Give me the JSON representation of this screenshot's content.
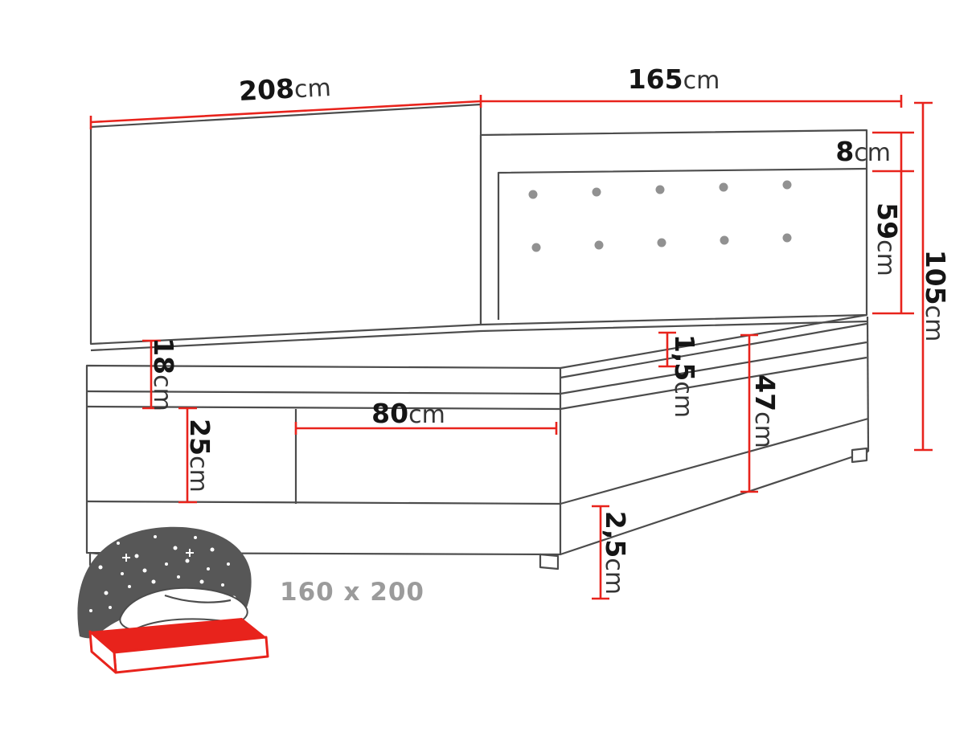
{
  "colors": {
    "accent_red": "#e8231c",
    "outline_gray": "#4c4c4c",
    "icon_gray": "#575757",
    "size_gray": "#9b9b9b"
  },
  "dimensions": {
    "panel_length": {
      "value": "208",
      "unit": "cm"
    },
    "headboard_width": {
      "value": "165",
      "unit": "cm"
    },
    "headboard_top": {
      "value": "8",
      "unit": "cm"
    },
    "headboard_height": {
      "value": "59",
      "unit": "cm"
    },
    "total_height": {
      "value": "105",
      "unit": "cm"
    },
    "mattress_height": {
      "value": "18",
      "unit": "cm"
    },
    "box_height": {
      "value": "25",
      "unit": "cm"
    },
    "drawer_width": {
      "value": "80",
      "unit": "cm"
    },
    "topper_height": {
      "value": "1,5",
      "unit": "cm"
    },
    "side_height": {
      "value": "47",
      "unit": "cm"
    },
    "feet_height": {
      "value": "2,5",
      "unit": "cm"
    }
  },
  "footer": {
    "size_label": "160 x 200"
  }
}
